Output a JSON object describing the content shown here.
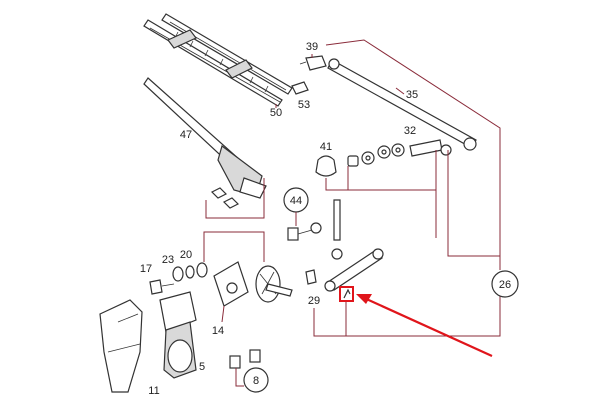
{
  "callouts": {
    "c39": "39",
    "c53": "53",
    "c50": "50",
    "c35": "35",
    "c47": "47",
    "c32": "32",
    "c41": "41",
    "c44": "44",
    "c17": "17",
    "c23": "23",
    "c20": "20",
    "c26": "26",
    "c29": "29",
    "c14": "14",
    "c5": "5",
    "c11": "11",
    "c8": "8"
  },
  "colors": {
    "guide_lines": "#8a2b3a",
    "highlight_arrow": "#e0151b",
    "part_outline": "#333333"
  },
  "highlight": {
    "icon": "red-arrow-icon",
    "target": "marked-part-box"
  }
}
